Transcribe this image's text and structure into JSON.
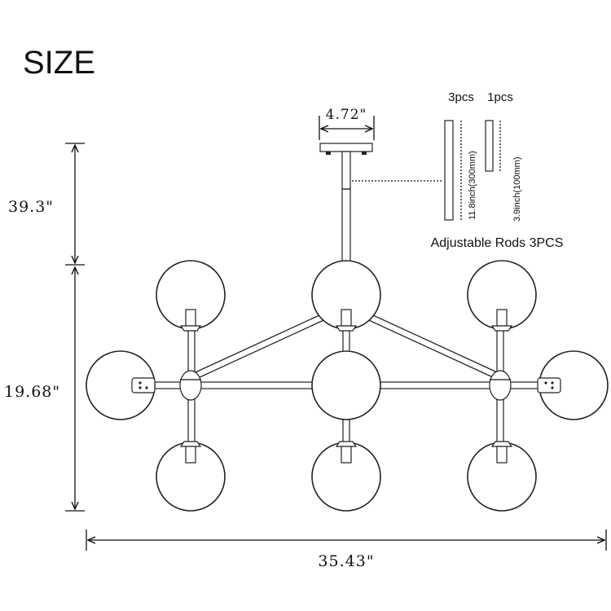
{
  "title": "SIZE",
  "dimensions": {
    "canopy_width": "4.72\"",
    "drop_height": "39.3\"",
    "fixture_height": "19.68\"",
    "fixture_width": "35.43\""
  },
  "rods": {
    "long": {
      "qty": "3pcs",
      "label": "11.8inch(300mm)"
    },
    "short": {
      "qty": "1pcs",
      "label": "3.9inch(100mm)"
    },
    "caption": "Adjustable Rods 3PCS"
  },
  "colors": {
    "line": "#111111",
    "background": "#ffffff"
  }
}
